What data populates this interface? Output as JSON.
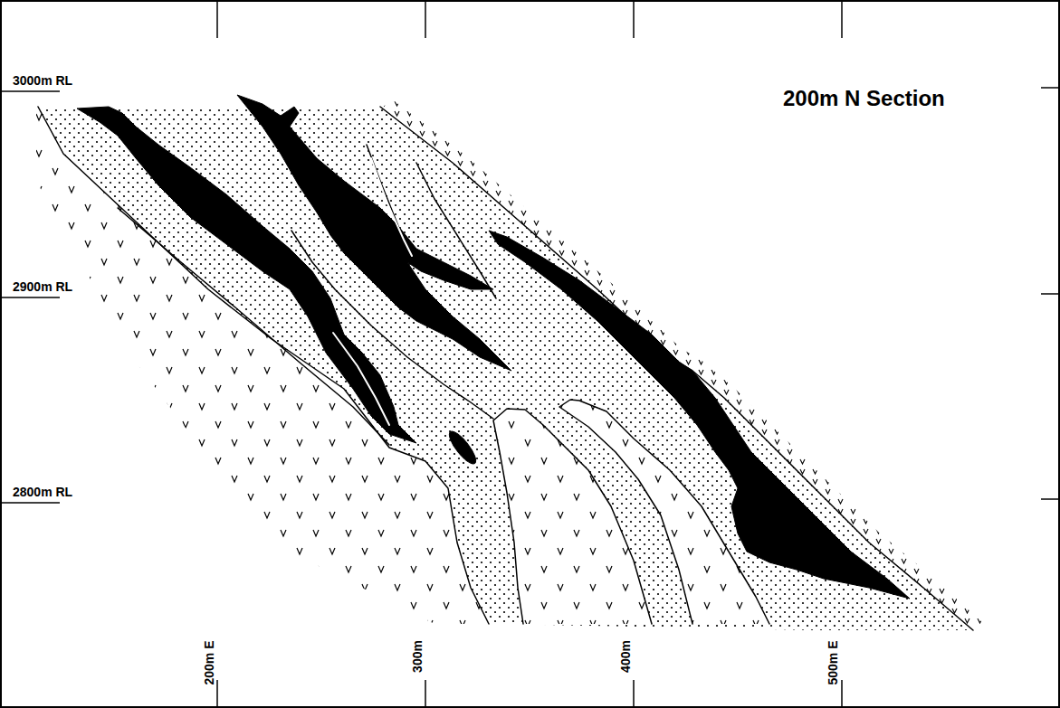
{
  "diagram": {
    "title": "200m N Section",
    "labels": [
      "3000m RL",
      "2900m RL",
      "2800m RL",
      "200m E",
      "300m",
      "400m",
      "500m E"
    ]
  }
}
